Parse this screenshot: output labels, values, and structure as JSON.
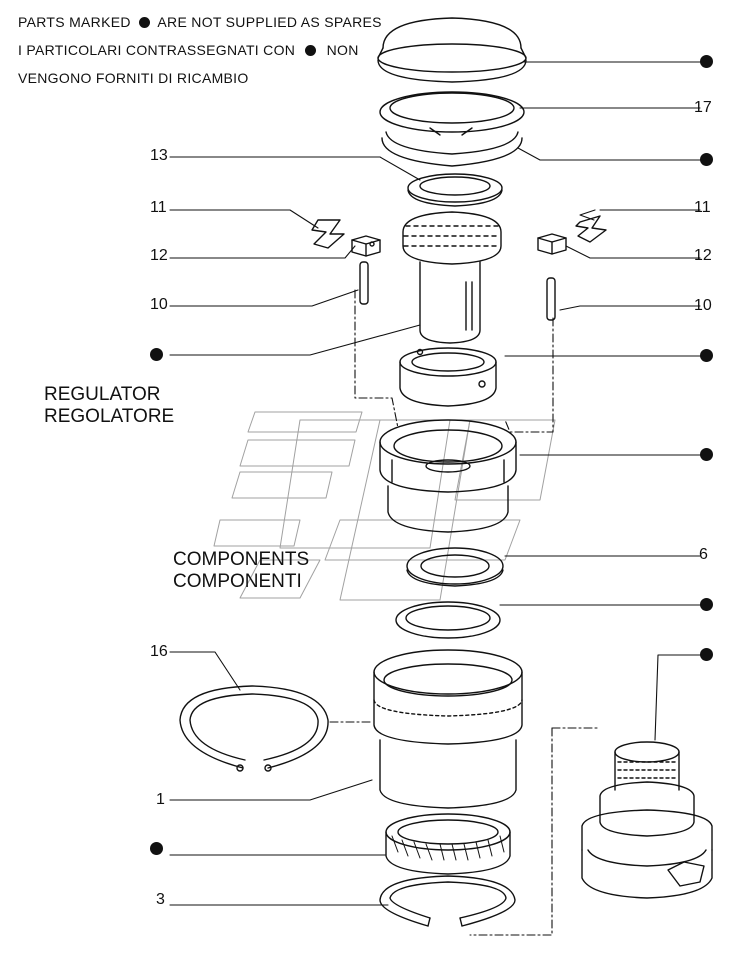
{
  "notes": {
    "line1_en": "PARTS MARKED",
    "line1_en_tail": "ARE NOT SUPPLIED AS SPARES",
    "line2_it": "I  PARTICOLARI  CONTRASSEGNATI  CON",
    "line2_it_tail": "NON",
    "line3_it": "VENGONO FORNITI DI RICAMBIO"
  },
  "titles": {
    "regulator_en": "REGULATOR",
    "regulator_it": "REGOLATORE",
    "components_en": "COMPONENTS",
    "components_it": "COMPONENTI"
  },
  "callouts": {
    "left": [
      "13",
      "11",
      "12",
      "10",
      "16",
      "1",
      "3"
    ],
    "right": [
      "17",
      "11",
      "12",
      "10",
      "6"
    ]
  },
  "colors": {
    "ink": "#111111",
    "paper": "#ffffff",
    "watermark": "#8a8a8a"
  }
}
